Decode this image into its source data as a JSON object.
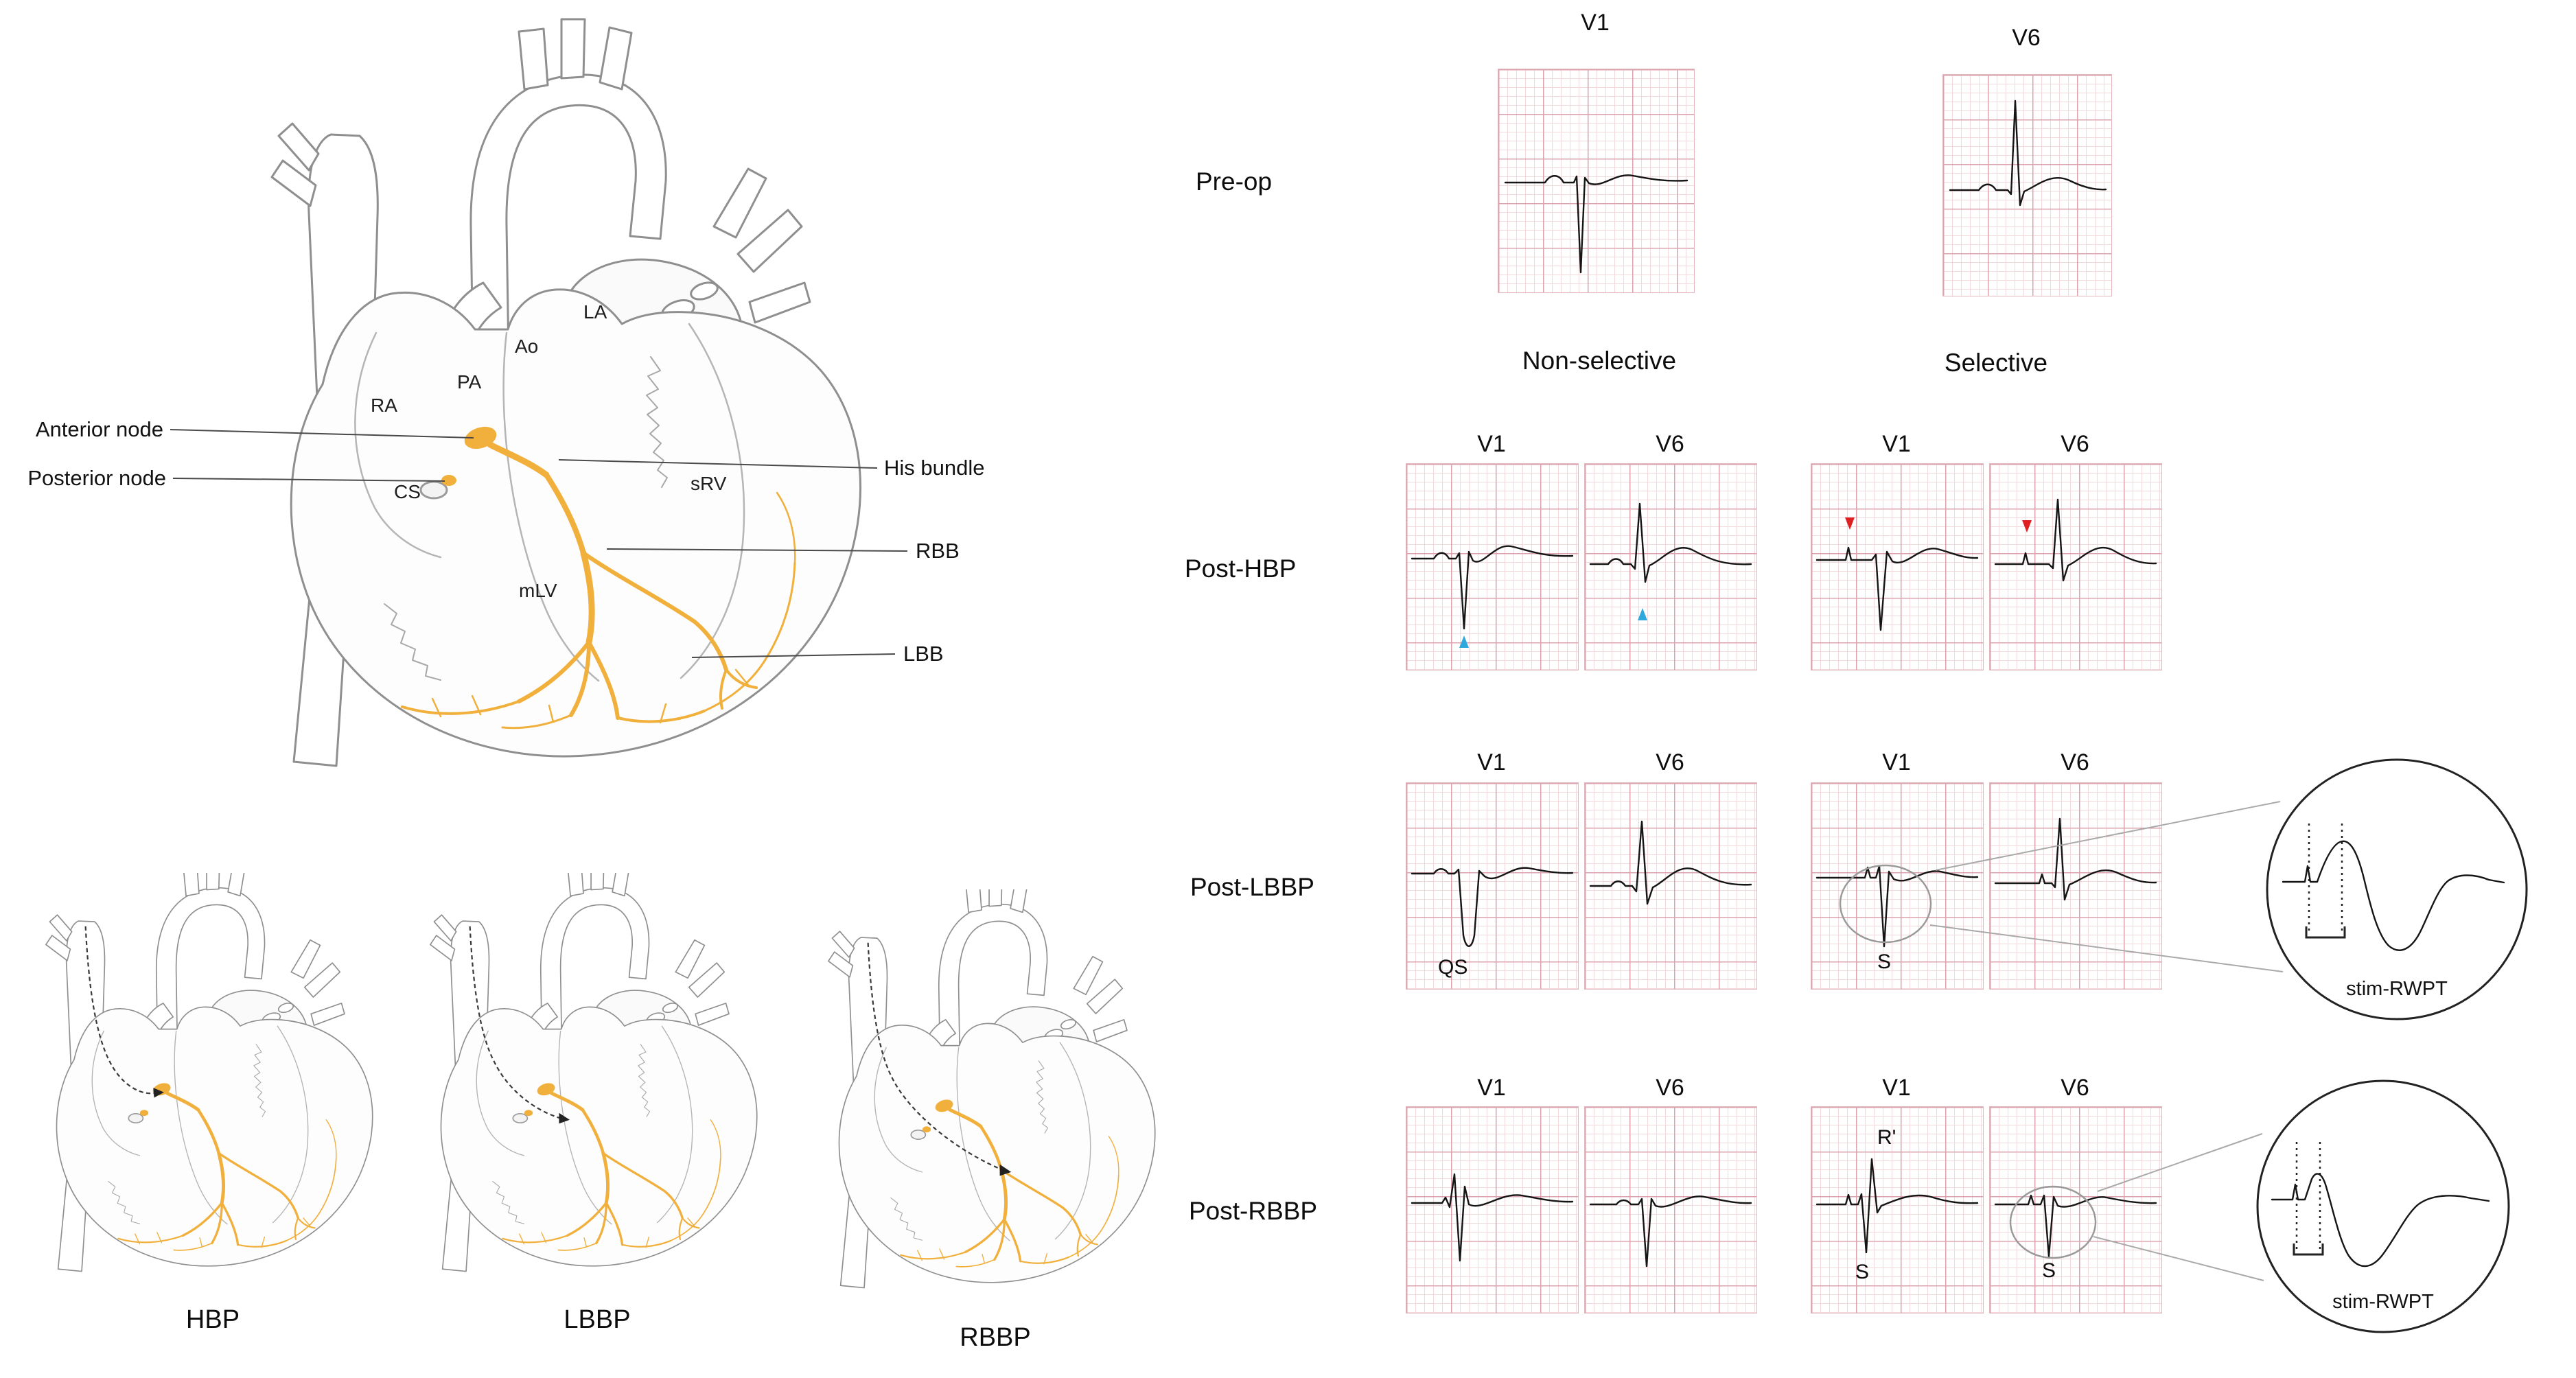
{
  "anatomy": {
    "labels": {
      "anterior_node": "Anterior node",
      "posterior_node": "Posterior node",
      "his_bundle": "His bundle",
      "rbb": "RBB",
      "lbb": "LBB"
    },
    "regions": {
      "ra": "RA",
      "pa": "PA",
      "ao": "Ao",
      "la": "LA",
      "cs": "CS",
      "srv": "sRV",
      "mlv": "mLV"
    }
  },
  "pacing_hearts": [
    {
      "label": "HBP"
    },
    {
      "label": "LBBP"
    },
    {
      "label": "RBBP"
    }
  ],
  "ecg": {
    "lead_v1": "V1",
    "lead_v6": "V6",
    "group_headers": {
      "non_selective": "Non-selective",
      "selective": "Selective"
    },
    "rows": [
      {
        "label": "Pre-op"
      },
      {
        "label": "Post-HBP"
      },
      {
        "label": "Post-LBBP"
      },
      {
        "label": "Post-RBBP"
      }
    ],
    "annotations": {
      "qs": "QS",
      "s": "S",
      "r_prime": "R'",
      "stim_rwpt": "stim-RWPT"
    }
  },
  "colors": {
    "conduction_system": "#F1AF3B",
    "ecg_grid_major": "#dba3ad",
    "ecg_grid_minor": "#f3d9dc",
    "nonselective_arrow": "#2FA8DC",
    "selective_arrow": "#E02020",
    "trace": "#151515"
  }
}
